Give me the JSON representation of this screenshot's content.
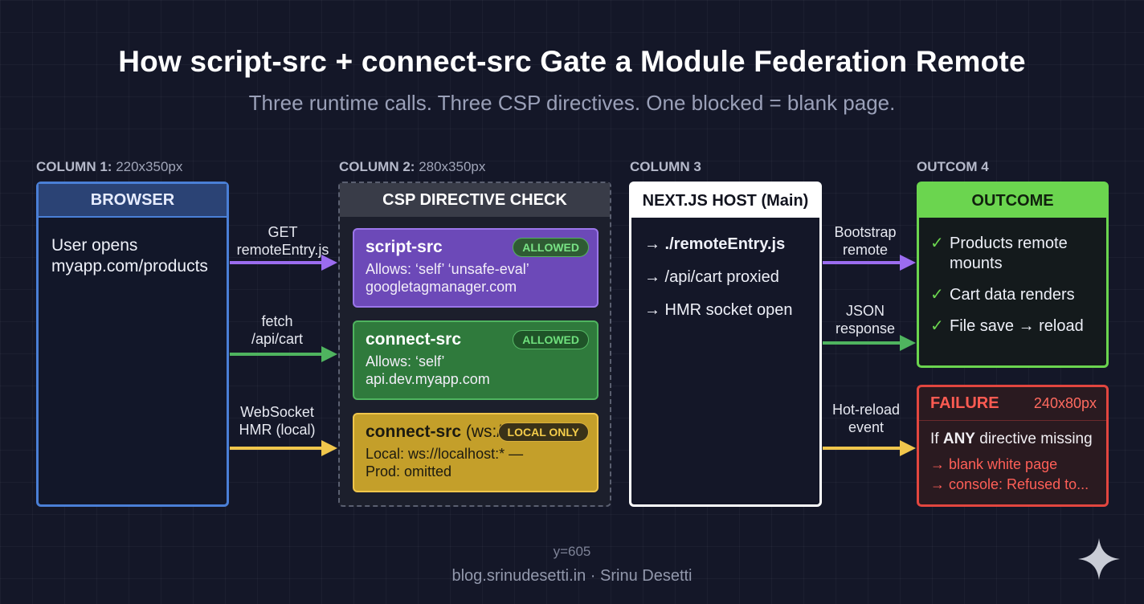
{
  "title": "How script-src + connect-src Gate a Module Federation Remote",
  "subtitle": "Three runtime calls. Three CSP directives. One blocked = blank page.",
  "columns": {
    "col1": {
      "label": "COLUMN 1:",
      "size": "220x350px"
    },
    "col2": {
      "label": "COLUMN 2:",
      "size": "280x350px"
    },
    "col3": {
      "label": "COLUMN 3"
    },
    "col4": {
      "label": "OUTCOM 4"
    }
  },
  "browser": {
    "header": "BROWSER",
    "line1": "User opens",
    "line2": "myapp.com/products"
  },
  "arrows_left": {
    "a1": {
      "line1": "GET",
      "line2": "remoteEntry.js"
    },
    "a2": {
      "line1": "fetch",
      "line2": "/api/cart"
    },
    "a3": {
      "line1": "WebSocket",
      "line2": "HMR (local)"
    }
  },
  "csp": {
    "header": "CSP DIRECTIVE CHECK",
    "cards": [
      {
        "name": "script-src",
        "badge": "ALLOWED",
        "line1": "Allows: ‘self’ ‘unsafe-eval’",
        "line2": "googletagmanager.com"
      },
      {
        "name": "connect-src",
        "badge": "ALLOWED",
        "line1": "Allows: ‘self’",
        "line2": "api.dev.myapp.com"
      },
      {
        "name": "connect-src",
        "name_suffix": "(ws://)",
        "badge": "LOCAL ONLY",
        "line1": "Local: ws://localhost:* —",
        "line2": "Prod: omitted"
      }
    ]
  },
  "host": {
    "header": "NEXT.JS HOST (Main)",
    "items": [
      "→ ./remoteEntry.js",
      "→ /api/cart proxied",
      "→ HMR socket open"
    ]
  },
  "arrows_right": {
    "a1": {
      "line1": "Bootstrap",
      "line2": "remote"
    },
    "a2": {
      "line1": "JSON",
      "line2": "response"
    },
    "a3": {
      "line1": "Hot-reload",
      "line2": "event"
    }
  },
  "outcome": {
    "header": "OUTCOME",
    "check": "✓",
    "items": [
      {
        "line1": "Products remote",
        "line2": "mounts"
      },
      {
        "line1": "Cart data renders"
      },
      {
        "line1": "File save → reload"
      }
    ]
  },
  "failure": {
    "title": "FAILURE",
    "size": "240x80px",
    "cond_prefix": "If",
    "cond_bold": "ANY",
    "cond_suffix": "directive missing",
    "results": [
      "→ blank white page",
      "→ console: Refused to..."
    ]
  },
  "footer_y": "y=605",
  "footer": "blog.srinudesetti.in · Srinu Desetti",
  "colors": {
    "browser": "#4a7fd6",
    "script_src": "#6c49b8",
    "connect_src": "#2f7a3c",
    "ws": "#c49f2a",
    "outcome": "#6bd54f",
    "failure": "#e2463f",
    "arrow_purple": "#9b6cf0",
    "arrow_green": "#4fb45f",
    "arrow_yellow": "#f0c64c"
  },
  "icons": {
    "sparkle": "sparkle-icon"
  }
}
